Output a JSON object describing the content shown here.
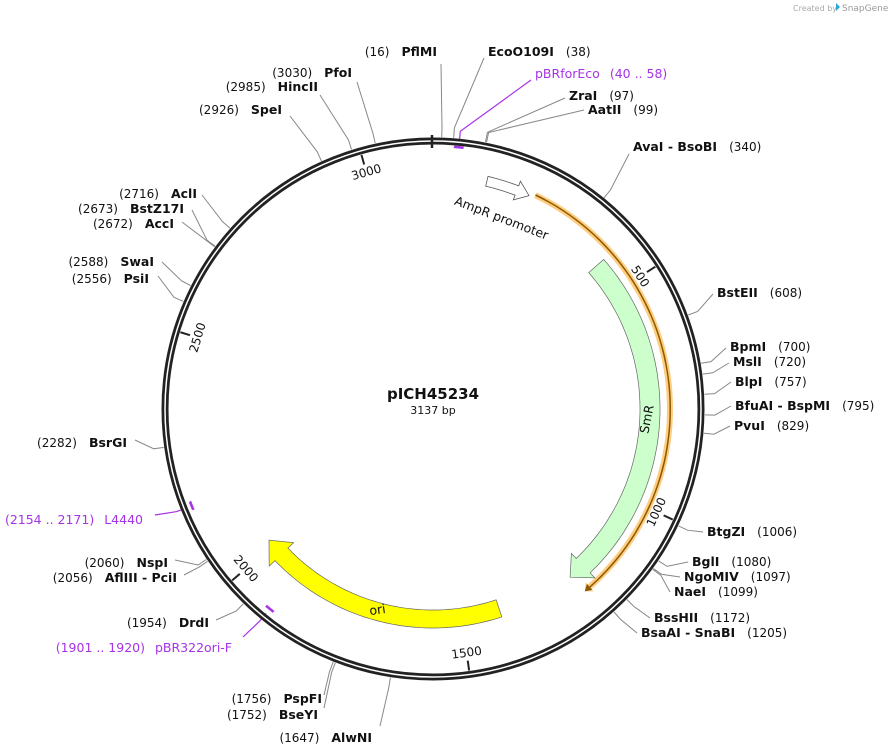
{
  "watermark": {
    "text": "Created by",
    "brand": "SnapGene"
  },
  "plasmid": {
    "name": "pICH45234",
    "size_label": "3137 bp",
    "length_bp": 3137
  },
  "colors": {
    "backbone": "#222222",
    "primer": "#a633e8",
    "smr": "#ccffcc",
    "ori": "#ffff00",
    "ampr_promoter": "#ffffff",
    "orf_highlight": "#ffcc80",
    "orf_line": "#8a5a00",
    "leader": "#888888"
  },
  "ticks": [
    500,
    1000,
    1500,
    2000,
    2500,
    3000
  ],
  "tick_labels": [
    "500",
    "1000",
    "1500",
    "2000",
    "2500",
    "3000"
  ],
  "features": [
    {
      "name": "AmpR promoter",
      "start": 116,
      "end": 211,
      "type": "promoter"
    },
    {
      "name": "SmR",
      "start": 425,
      "end": 1227,
      "type": "cds"
    },
    {
      "name": "ori",
      "start": 1409,
      "end": 2016,
      "type": "rep_origin"
    },
    {
      "name": "",
      "start": 223,
      "end": 1222,
      "type": "orf"
    }
  ],
  "primers": [
    {
      "name": "pBRforEco",
      "range": "(40 .. 58)",
      "start": 40,
      "end": 58
    },
    {
      "name": "L4440",
      "range": "(2154 .. 2171)",
      "start": 2154,
      "end": 2171
    },
    {
      "name": "pBR322ori-F",
      "range": "(1901 .. 1920)",
      "start": 1901,
      "end": 1920
    }
  ],
  "sites": [
    {
      "name": "PflMI",
      "pos": "(16)",
      "bp": 16
    },
    {
      "name": "EcoO109I",
      "pos": "(38)",
      "bp": 38
    },
    {
      "name": "ZraI",
      "pos": "(97)",
      "bp": 97
    },
    {
      "name": "AatII",
      "pos": "(99)",
      "bp": 99
    },
    {
      "name": "AvaI  - BsoBI",
      "pos": "(340)",
      "bp": 340
    },
    {
      "name": "BstEII",
      "pos": "(608)",
      "bp": 608
    },
    {
      "name": "BpmI",
      "pos": "(700)",
      "bp": 700
    },
    {
      "name": "MslI",
      "pos": "(720)",
      "bp": 720
    },
    {
      "name": "BlpI",
      "pos": "(757)",
      "bp": 757
    },
    {
      "name": "BfuAI  - BspMI",
      "pos": "(795)",
      "bp": 795
    },
    {
      "name": "PvuI",
      "pos": "(829)",
      "bp": 829
    },
    {
      "name": "BtgZI",
      "pos": "(1006)",
      "bp": 1006
    },
    {
      "name": "BglI",
      "pos": "(1080)",
      "bp": 1080
    },
    {
      "name": "NgoMIV",
      "pos": "(1097)",
      "bp": 1097
    },
    {
      "name": "NaeI",
      "pos": "(1099)",
      "bp": 1099
    },
    {
      "name": "BssHII",
      "pos": "(1172)",
      "bp": 1172
    },
    {
      "name": "BsaAI  - SnaBI",
      "pos": "(1205)",
      "bp": 1205
    },
    {
      "name": "AlwNI",
      "pos": "(1647)",
      "bp": 1647
    },
    {
      "name": "BseYI",
      "pos": "(1752)",
      "bp": 1752
    },
    {
      "name": "PspFI",
      "pos": "(1756)",
      "bp": 1756
    },
    {
      "name": "DrdI",
      "pos": "(1954)",
      "bp": 1954
    },
    {
      "name": "AflIII  - PciI",
      "pos": "(2056)",
      "bp": 2056
    },
    {
      "name": "NspI",
      "pos": "(2060)",
      "bp": 2060
    },
    {
      "name": "BsrGI",
      "pos": "(2282)",
      "bp": 2282
    },
    {
      "name": "PsiI",
      "pos": "(2556)",
      "bp": 2556
    },
    {
      "name": "SwaI",
      "pos": "(2588)",
      "bp": 2588
    },
    {
      "name": "AccI",
      "pos": "(2672)",
      "bp": 2672
    },
    {
      "name": "BstZ17I",
      "pos": "(2673)",
      "bp": 2673
    },
    {
      "name": "AclI",
      "pos": "(2716)",
      "bp": 2716
    },
    {
      "name": "SpeI",
      "pos": "(2926)",
      "bp": 2926
    },
    {
      "name": "HincII",
      "pos": "(2985)",
      "bp": 2985
    },
    {
      "name": "PfoI",
      "pos": "(3030)",
      "bp": 3030
    }
  ]
}
